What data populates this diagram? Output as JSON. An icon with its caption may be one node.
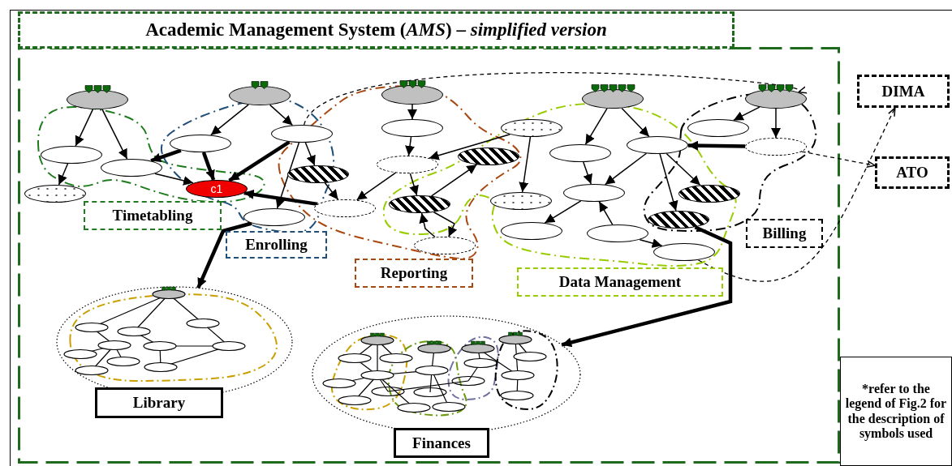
{
  "diagram": {
    "nodes": [
      {
        "text": [
          "Academic Management System (*AMS*) – *simplified version*"
        ]
      },
      {
        "text": [],
        "shape": "ellipse"
      },
      {
        "text": [],
        "shape": "ellipse"
      },
      {
        "text": [],
        "shape": "ellipse"
      },
      {
        "text": [],
        "shape": "ellipse"
      },
      {
        "text": [
          "c1"
        ]
      },
      {
        "text": [
          "Timetabling"
        ]
      },
      {
        "text": [],
        "shape": "ellipse"
      },
      {
        "text": [],
        "shape": "ellipse"
      },
      {
        "text": [],
        "shape": "ellipse"
      },
      {
        "text": [],
        "shape": "ellipse"
      },
      {
        "text": [
          "Enrolling"
        ]
      },
      {
        "text": [],
        "shape": "ellipse"
      },
      {
        "text": [],
        "shape": "ellipse"
      },
      {
        "text": [],
        "shape": "ellipse"
      },
      {
        "text": [],
        "shape": "ellipse"
      },
      {
        "text": [],
        "shape": "ellipse"
      },
      {
        "text": [],
        "shape": "ellipse"
      },
      {
        "text": [],
        "shape": "ellipse"
      },
      {
        "text": [],
        "shape": "ellipse"
      },
      {
        "text": [
          "Reporting"
        ]
      },
      {
        "text": [],
        "shape": "ellipse"
      },
      {
        "text": [],
        "shape": "ellipse"
      },
      {
        "text": [],
        "shape": "ellipse"
      },
      {
        "text": [],
        "shape": "ellipse"
      },
      {
        "text": [],
        "shape": "ellipse"
      },
      {
        "text": [],
        "shape": "ellipse"
      },
      {
        "text": [],
        "shape": "ellipse"
      },
      {
        "text": [],
        "shape": "ellipse"
      },
      {
        "text": [],
        "shape": "ellipse"
      },
      {
        "text": [
          "Data Management"
        ]
      },
      {
        "text": [],
        "shape": "ellipse"
      },
      {
        "text": [],
        "shape": "ellipse"
      },
      {
        "text": [],
        "shape": "ellipse"
      },
      {
        "text": [],
        "shape": "ellipse"
      },
      {
        "text": [],
        "shape": "ellipse"
      },
      {
        "text": [
          "Billing"
        ]
      },
      {
        "text": [
          "DIMA"
        ]
      },
      {
        "text": [
          "ATO"
        ]
      },
      {
        "text": [
          "Library"
        ]
      },
      {
        "text": [
          "Finances"
        ]
      },
      {
        "text": [
          "*refer to the legend of Fig.2 for the description of symbols used"
        ]
      }
    ],
    "edges": [
      {
        "from": 1,
        "to": 2,
        "arrow": "to"
      },
      {
        "from": 1,
        "to": 3,
        "arrow": "to"
      },
      {
        "from": 2,
        "to": 4,
        "arrow": "to"
      },
      {
        "from": 3,
        "to": 5,
        "arrow": "to"
      },
      {
        "from": 7,
        "to": 8,
        "arrow": "to"
      },
      {
        "from": 7,
        "to": 9,
        "arrow": "to"
      },
      {
        "from": 8,
        "to": 3,
        "arrow": "to",
        "style": "thick"
      },
      {
        "from": 8,
        "to": 5,
        "arrow": "to",
        "style": "thick"
      },
      {
        "from": 9,
        "to": 5,
        "arrow": "to",
        "style": "thick"
      },
      {
        "from": 9,
        "to": 10,
        "arrow": "to"
      },
      {
        "from": 9,
        "to": 15,
        "arrow": "to"
      },
      {
        "from": 15,
        "to": 17,
        "arrow": "to"
      },
      {
        "from": 17,
        "to": 5,
        "arrow": "to",
        "style": "thick"
      },
      {
        "from": 12,
        "to": 13,
        "arrow": "to"
      },
      {
        "from": 13,
        "to": 14,
        "arrow": "to"
      },
      {
        "from": 14,
        "to": 17,
        "arrow": "to"
      },
      {
        "from": 14,
        "to": 18,
        "arrow": "to"
      },
      {
        "from": 18,
        "to": 16,
        "arrow": "to"
      },
      {
        "from": 18,
        "to": 19,
        "arrow": "to"
      },
      {
        "from": 19,
        "to": 18,
        "arrow": "to"
      },
      {
        "from": 21,
        "to": 14,
        "arrow": "to"
      },
      {
        "from": 21,
        "to": 22,
        "arrow": "to"
      },
      {
        "from": 24,
        "to": 25,
        "arrow": "to"
      },
      {
        "from": 24,
        "to": 26,
        "arrow": "to"
      },
      {
        "from": 25,
        "to": 27,
        "arrow": "to"
      },
      {
        "from": 26,
        "to": 27,
        "arrow": "to"
      },
      {
        "from": 26,
        "to": 35,
        "arrow": "to"
      },
      {
        "from": 26,
        "to": 34,
        "arrow": "to"
      },
      {
        "from": 27,
        "to": 23,
        "arrow": "to"
      },
      {
        "from": 28,
        "to": 27,
        "arrow": "to"
      },
      {
        "from": 28,
        "to": 29,
        "arrow": "to"
      },
      {
        "from": 31,
        "to": 32,
        "arrow": "to"
      },
      {
        "from": 31,
        "to": 33,
        "arrow": "to"
      },
      {
        "from": 33,
        "to": 26,
        "arrow": "to",
        "style": "thick"
      },
      {
        "from": 33,
        "to": 38,
        "arrow": "to",
        "style": "dashed"
      },
      {
        "from": 29,
        "to": 37,
        "arrow": "to",
        "style": "dashed"
      },
      {
        "from": 9,
        "to": 31,
        "arrow": "to",
        "style": "dashed"
      },
      {
        "from": 35,
        "to": 40,
        "arrow": "to",
        "style": "thick"
      },
      {
        "from": 10,
        "to": 39,
        "arrow": "to",
        "style": "thick"
      }
    ]
  }
}
